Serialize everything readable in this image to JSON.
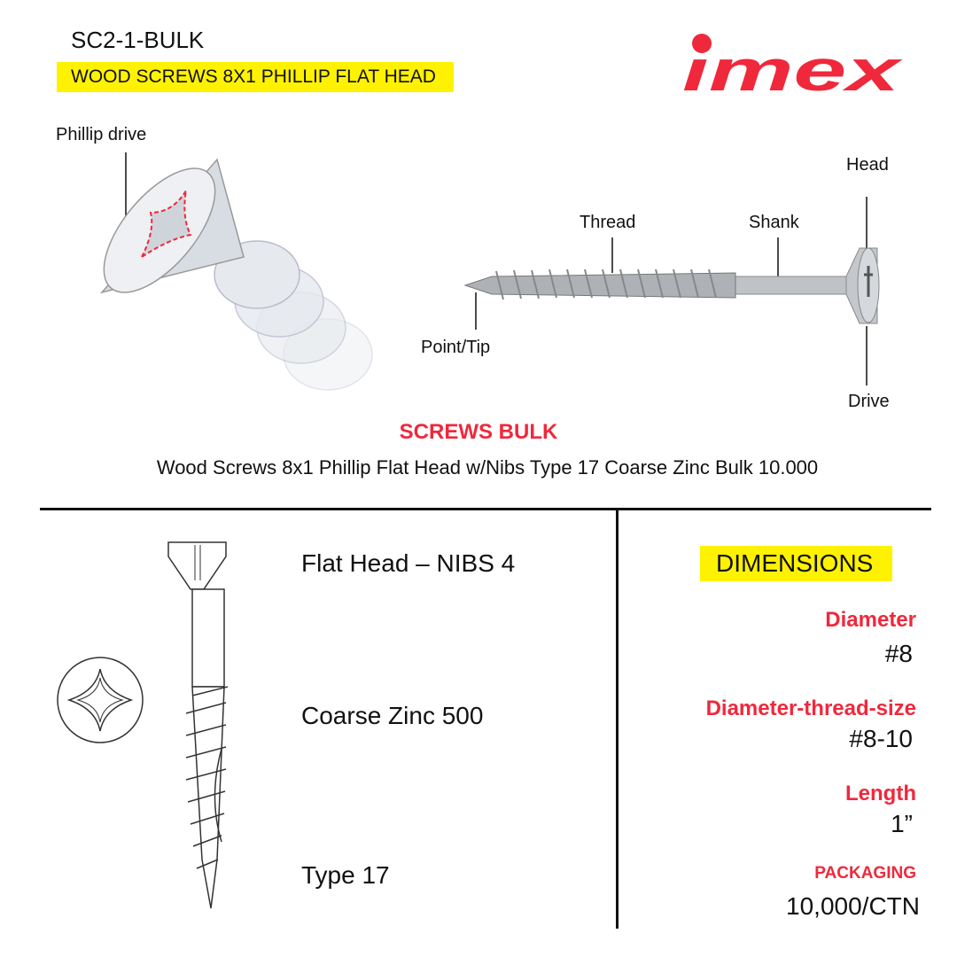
{
  "header": {
    "sku": "SC2-1-BULK",
    "subtitle": "WOOD SCREWS 8X1 PHILLIP FLAT HEAD",
    "logo_text": "imex"
  },
  "diagram_labels": {
    "phillip_drive": "Phillip drive",
    "thread": "Thread",
    "shank": "Shank",
    "head": "Head",
    "point_tip": "Point/Tip",
    "drive": "Drive"
  },
  "product": {
    "section_title": "SCREWS BULK",
    "description": "Wood Screws 8x1 Phillip Flat Head w/Nibs Type 17 Coarse  Zinc Bulk 10.000"
  },
  "features": [
    "Flat Head – NIBS 4",
    "Coarse Zinc 500",
    "Type 17"
  ],
  "dimensions": {
    "title": "DIMENSIONS",
    "items": [
      {
        "label": "Diameter",
        "value": "#8"
      },
      {
        "label": "Diameter-thread-size",
        "value": "#8-10"
      },
      {
        "label": "Length",
        "value": "1”"
      },
      {
        "label": "PACKAGING",
        "value": "10,000/CTN"
      }
    ]
  },
  "colors": {
    "accent_red": "#f0283c",
    "highlight_yellow": "#fff200"
  }
}
